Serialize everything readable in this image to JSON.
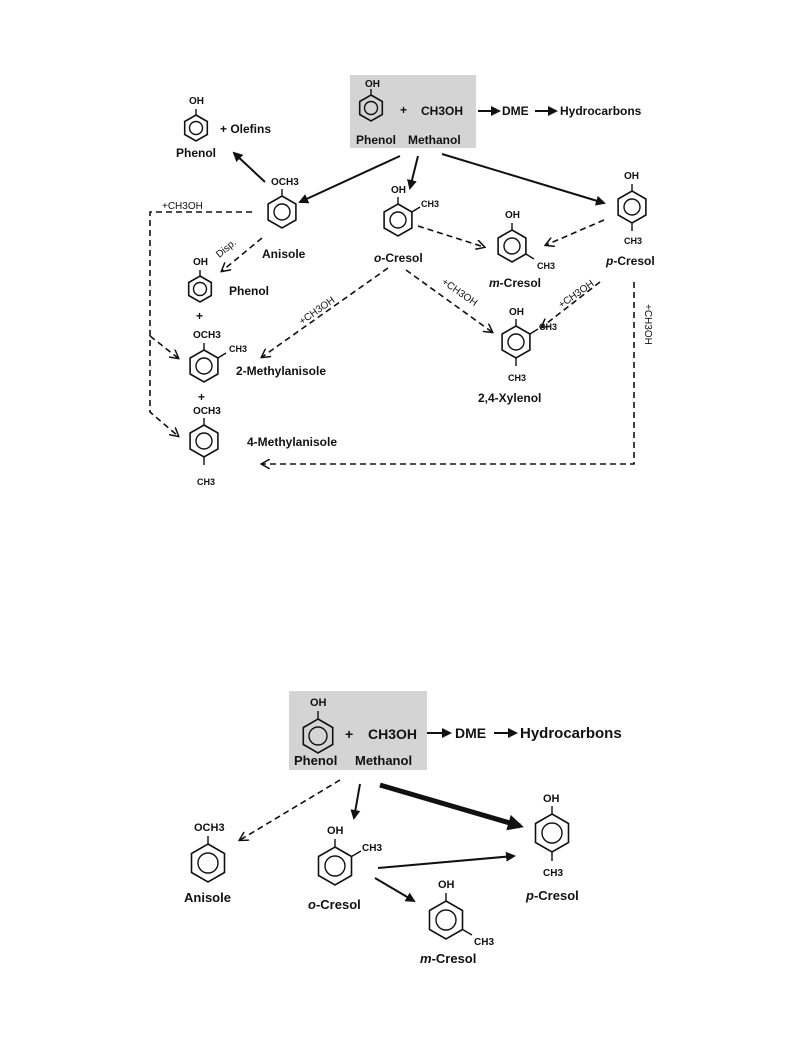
{
  "scheme1": {
    "reactant_oh": "OH",
    "plus": "+",
    "methanol_formula": "CH3OH",
    "dme": "DME",
    "hydrocarbons": "Hydrocarbons",
    "phenol": "Phenol",
    "methanol": "Methanol",
    "phenol_olefins_oh": "OH",
    "plus_olefins": "+ Olefins",
    "phenol_label": "Phenol",
    "anisole_group": "OCH3",
    "anisole": "Anisole",
    "plus_ch3oh_left": "+ CH3OH",
    "disp": "Disp.",
    "phenol2_oh": "OH",
    "phenol2": "Phenol",
    "plus_a": "+",
    "methylanisole2_group": "OCH3",
    "methylanisole2_ch3": "CH3",
    "methylanisole2": "2-Methylanisole",
    "plus_b": "+",
    "methylanisole4_group": "OCH3",
    "methylanisole4_ch3": "CH3",
    "methylanisole4": "4-Methylanisole",
    "ocresol_oh": "OH",
    "ocresol_ch3": "CH3",
    "ocresol_prefix": "o",
    "ocresol_name": "-Cresol",
    "mcresol_oh": "OH",
    "mcresol_ch3": "CH3",
    "mcresol_prefix": "m",
    "mcresol_name": "-Cresol",
    "pcresol_oh": "OH",
    "pcresol_ch3": "CH3",
    "pcresol_prefix": "p",
    "pcresol_name": "-Cresol",
    "xylenol_oh": "OH",
    "xylenol_ch3_a": "CH3",
    "xylenol_ch3_b": "CH3",
    "xylenol": "2,4-Xylenol",
    "ch3oh_tag_1": "+CH3OH",
    "ch3oh_tag_2": "+CH3OH",
    "ch3oh_tag_3": "+CH3OH",
    "ch3oh_tag_4": "+CH3OH"
  },
  "scheme2": {
    "reactant_oh": "OH",
    "plus": "+",
    "methanol_formula": "CH3OH",
    "dme": "DME",
    "hydrocarbons": "Hydrocarbons",
    "phenol": "Phenol",
    "methanol": "Methanol",
    "anisole_group": "OCH3",
    "anisole": "Anisole",
    "ocresol_oh": "OH",
    "ocresol_ch3": "CH3",
    "ocresol_prefix": "o",
    "ocresol_name": "-Cresol",
    "mcresol_oh": "OH",
    "mcresol_ch3": "CH3",
    "mcresol_prefix": "m",
    "mcresol_name": "-Cresol",
    "pcresol_oh": "OH",
    "pcresol_ch3": "CH3",
    "pcresol_prefix": "p",
    "pcresol_name": "-Cresol"
  }
}
